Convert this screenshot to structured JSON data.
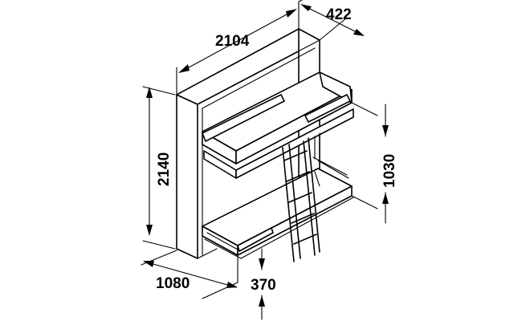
{
  "dimensions": {
    "width_total": "2104",
    "depth_cabinet": "422",
    "height_total": "2140",
    "height_upper_bed": "1030",
    "depth_bed": "1080",
    "height_lower_bed": "370"
  },
  "colors": {
    "line": "#000000",
    "background": "#ffffff"
  }
}
